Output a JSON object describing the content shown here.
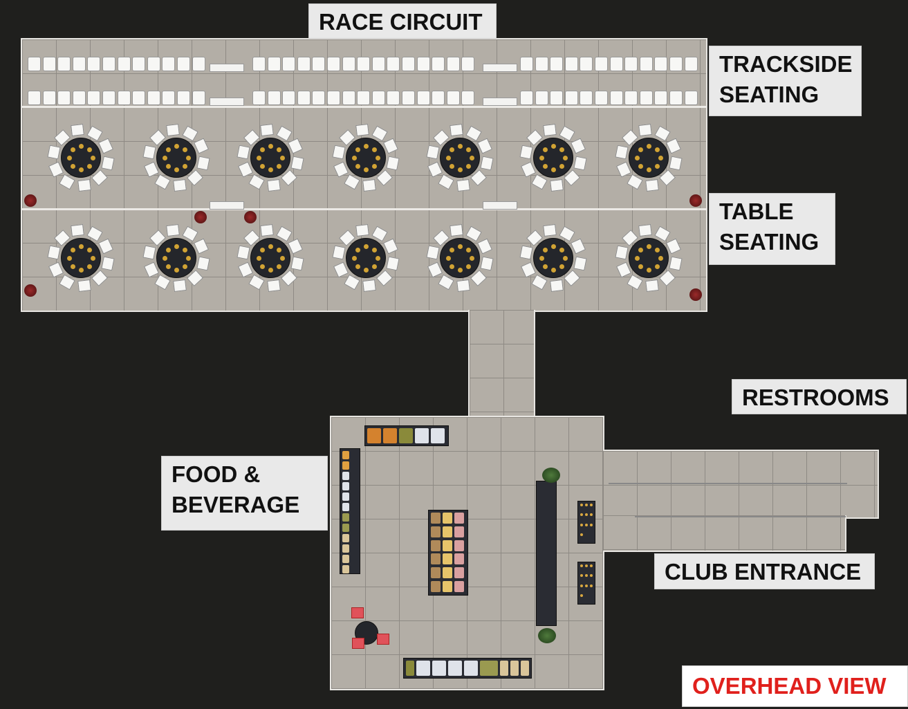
{
  "labels": {
    "race_circuit": "RACE CIRCUIT",
    "trackside_seating": [
      "TRACKSIDE",
      "SEATING"
    ],
    "table_seating": [
      "TABLE",
      "SEATING"
    ],
    "restrooms": "RESTROOMS",
    "food_beverage": [
      "FOOD &",
      "BEVERAGE"
    ],
    "club_entrance": "CLUB ENTRANCE",
    "overhead_view": "OVERHEAD VIEW"
  },
  "colors": {
    "overhead_text": "#e0201c",
    "background": "#1f1f1d",
    "floor": "#b3aea6"
  },
  "layout_counts": {
    "trackside_rows": 2,
    "trackside_chairs_per_group": [
      12,
      15,
      12
    ],
    "round_tables_per_row": 7,
    "table_rows": 2,
    "chairs_per_table": 10
  }
}
